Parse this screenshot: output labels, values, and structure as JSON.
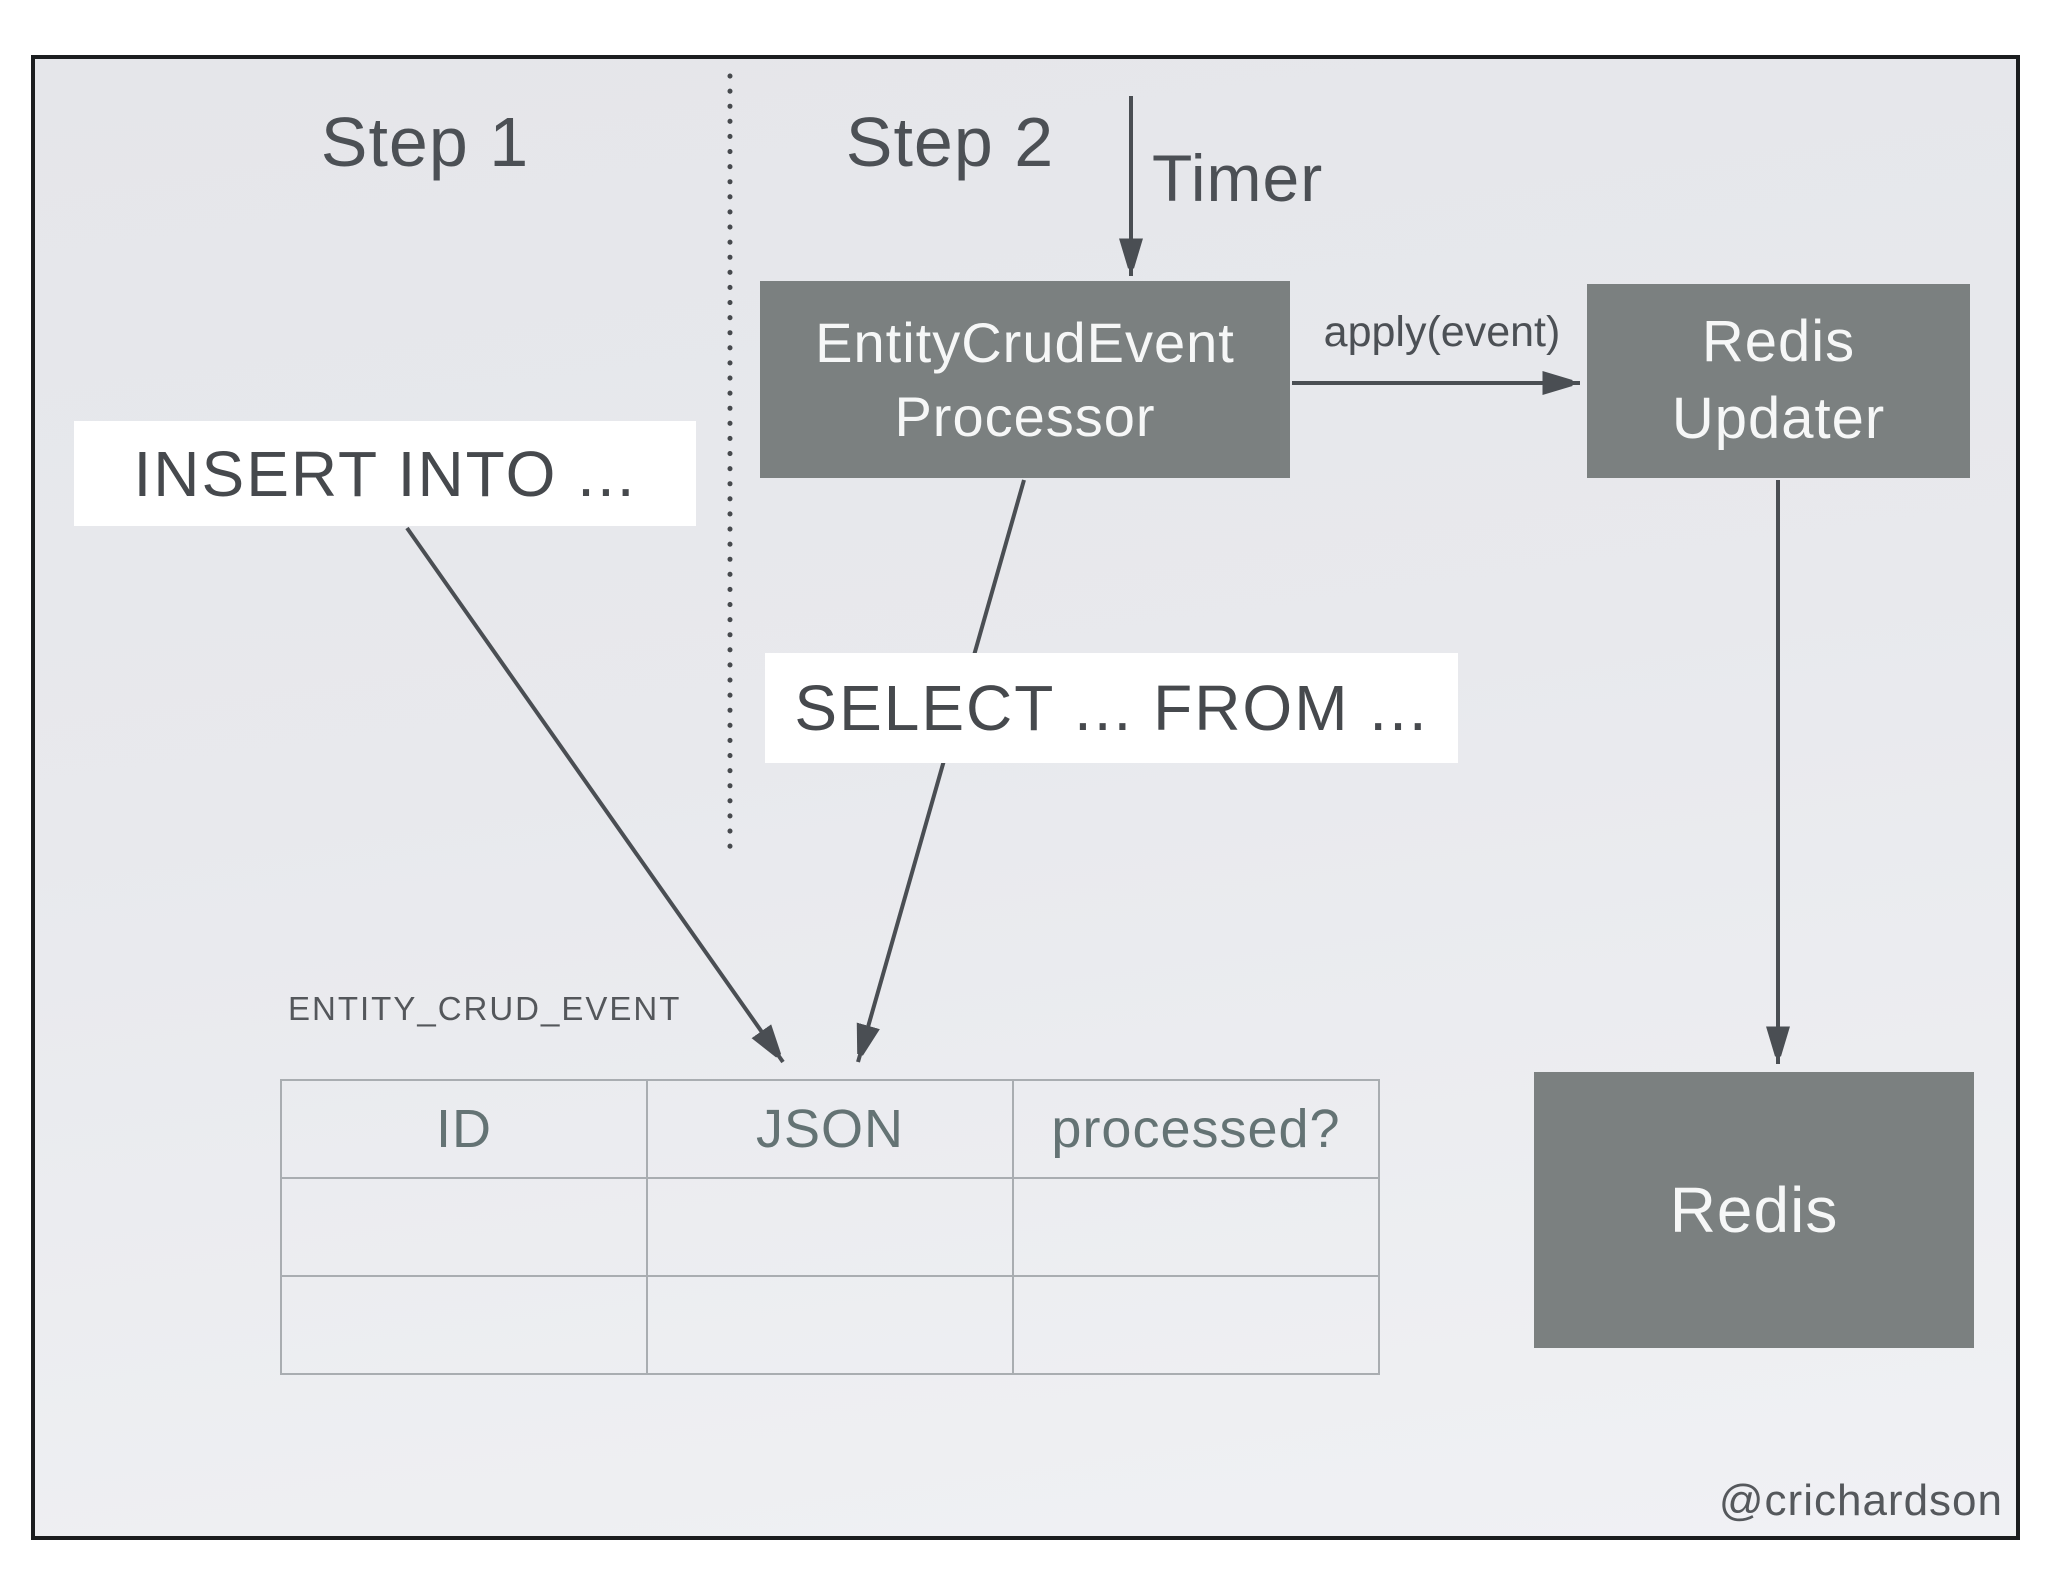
{
  "diagram": {
    "steps": {
      "step1": "Step 1",
      "step2": "Step 2"
    },
    "timer_label": "Timer",
    "apply_label": "apply(event)",
    "sql_labels": {
      "insert": "INSERT INTO ...",
      "select": "SELECT ... FROM ..."
    },
    "boxes": {
      "processor": {
        "line1": "EntityCrudEvent",
        "line2": "Processor"
      },
      "redis_updater": {
        "line1": "Redis",
        "line2": "Updater"
      },
      "redis": {
        "label": "Redis"
      }
    },
    "table": {
      "title": "ENTITY_CRUD_EVENT",
      "columns": [
        "ID",
        "JSON",
        "processed?"
      ],
      "rows": [
        [
          "",
          "",
          ""
        ],
        [
          "",
          "",
          ""
        ]
      ]
    },
    "watermark": "@crichardson",
    "colors": {
      "box_fill": "#7b8080",
      "box_text": "#f6f7f7",
      "arrow": "#4a4e53",
      "label_text": "#4c5055",
      "sql_label_bg": "#ffffff",
      "table_header_text": "#647374",
      "table_border": "#a9adb1",
      "slide_border": "#1b1d1f",
      "slide_bg_top": "#e5e6ea",
      "slide_bg_bottom": "#f0f1f4"
    }
  }
}
